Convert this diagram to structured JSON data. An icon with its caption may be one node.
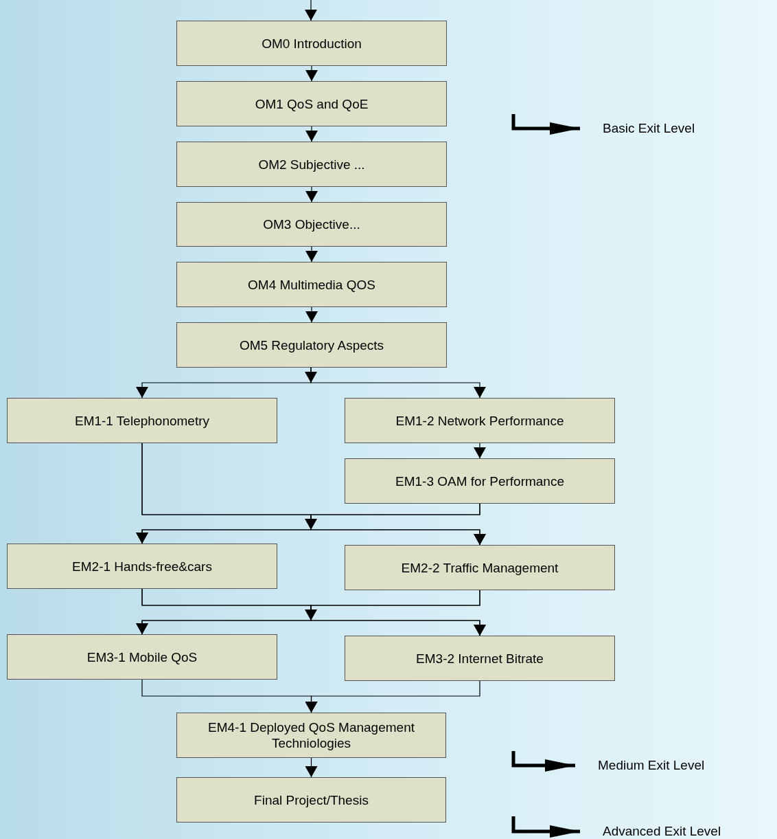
{
  "diagram": {
    "nodes": [
      {
        "text": [
          "OM0 Introduction"
        ]
      },
      {
        "text": [
          "OM1 QoS and QoE"
        ]
      },
      {
        "text": [
          "OM2 Subjective ..."
        ]
      },
      {
        "text": [
          "OM3 Objective..."
        ]
      },
      {
        "text": [
          "OM4 Multimedia QOS"
        ]
      },
      {
        "text": [
          "OM5 Regulatory Aspects"
        ]
      },
      {
        "text": [
          "EM1-1 Telephonometry"
        ]
      },
      {
        "text": [
          "EM1-2 Network Performance"
        ]
      },
      {
        "text": [
          "EM1-3 OAM for Performance"
        ]
      },
      {
        "text": [
          "EM2-1 Hands-free&cars"
        ]
      },
      {
        "text": [
          "EM2-2 Traffic Management"
        ]
      },
      {
        "text": [
          "EM3-1 Mobile QoS"
        ]
      },
      {
        "text": [
          "EM3-2 Internet Bitrate"
        ]
      },
      {
        "text": [
          "EM4-1 Deployed QoS Management Techniologies"
        ]
      },
      {
        "text": [
          "Final Project/Thesis"
        ]
      },
      {
        "text": [
          "Basic Exit Level"
        ]
      },
      {
        "text": [
          "Medium Exit Level"
        ]
      },
      {
        "text": [
          "Advanced Exit Level"
        ]
      }
    ],
    "edges": [
      {
        "from": null,
        "to": 0,
        "arrow": "to"
      },
      {
        "from": 0,
        "to": 1,
        "arrow": "to"
      },
      {
        "from": 1,
        "to": 2,
        "arrow": "to"
      },
      {
        "from": 2,
        "to": 3,
        "arrow": "to"
      },
      {
        "from": 3,
        "to": 4,
        "arrow": "to"
      },
      {
        "from": 4,
        "to": 5,
        "arrow": "to"
      },
      {
        "from": 5,
        "to": 6,
        "arrow": "to"
      },
      {
        "from": 5,
        "to": 7,
        "arrow": "to"
      },
      {
        "from": 7,
        "to": 8,
        "arrow": "to"
      },
      {
        "from": 6,
        "to": 9,
        "arrow": "to"
      },
      {
        "from": 6,
        "to": 10,
        "arrow": "to"
      },
      {
        "from": 8,
        "to": 9,
        "arrow": "to"
      },
      {
        "from": 8,
        "to": 10,
        "arrow": "to"
      },
      {
        "from": 9,
        "to": 11,
        "arrow": "to"
      },
      {
        "from": 9,
        "to": 12,
        "arrow": "to"
      },
      {
        "from": 10,
        "to": 11,
        "arrow": "to"
      },
      {
        "from": 10,
        "to": 12,
        "arrow": "to"
      },
      {
        "from": 11,
        "to": 13,
        "arrow": "to"
      },
      {
        "from": 12,
        "to": 13,
        "arrow": "to"
      },
      {
        "from": 13,
        "to": 14,
        "arrow": "to"
      },
      {
        "from": null,
        "to": 15,
        "arrow": "to",
        "style": "thick"
      },
      {
        "from": null,
        "to": 16,
        "arrow": "to",
        "style": "thick"
      },
      {
        "from": null,
        "to": 17,
        "arrow": "to",
        "style": "thick"
      }
    ]
  }
}
